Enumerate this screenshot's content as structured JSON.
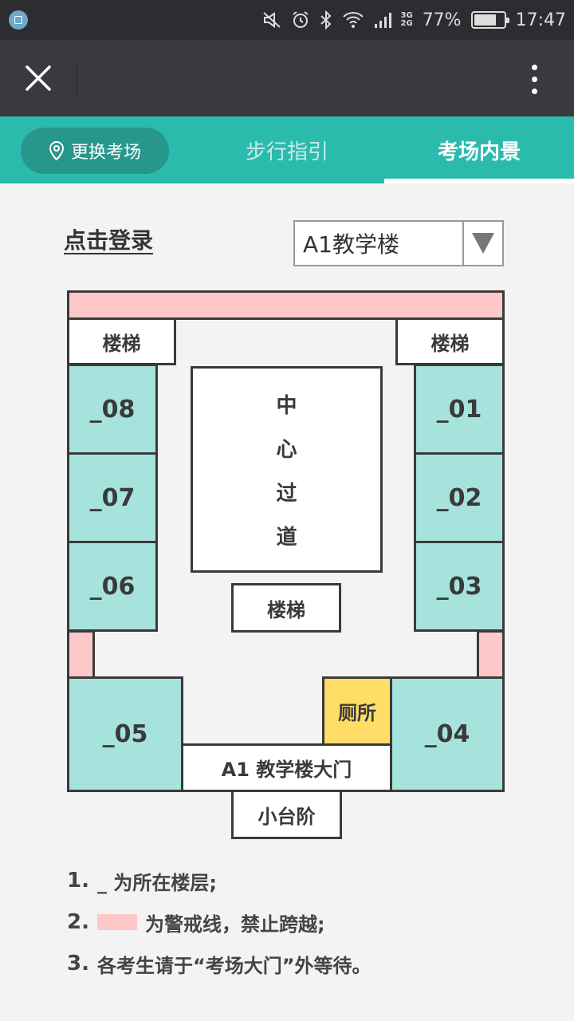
{
  "status_bar": {
    "battery_percent": "77%",
    "battery_level": 0.77,
    "time": "17:47",
    "net_3g": "3G",
    "net_2g": "2G",
    "icons": [
      "app-notification-icon",
      "mute-icon",
      "alarm-icon",
      "bluetooth-icon",
      "wifi-icon",
      "signal-icon",
      "battery-icon"
    ]
  },
  "titlebar": {
    "icons": [
      "close-icon",
      "more-icon"
    ]
  },
  "tabs": {
    "change_venue": "更换考场",
    "walk_guide": "步行指引",
    "venue_inside": "考场内景",
    "active": "venue_inside",
    "accent_color": "#2bbbad"
  },
  "login_link": "点击登录",
  "building_select": {
    "value": "A1教学楼"
  },
  "floor_plan": {
    "stairs_left": "楼梯",
    "stairs_right": "楼梯",
    "stairs_center": "楼梯",
    "center_hall": [
      "中",
      "心",
      "过",
      "道"
    ],
    "rooms": {
      "r01": "_01",
      "r02": "_02",
      "r03": "_03",
      "r04": "_04",
      "r05": "_05",
      "r06": "_06",
      "r07": "_07",
      "r08": "_08"
    },
    "toilet": "厕所",
    "main_gate": "A1 教学楼大门",
    "small_steps": "小台阶",
    "colors": {
      "room": "#a6e3dc",
      "warning_line": "#ffc8c8",
      "toilet": "#ffdd66"
    }
  },
  "notes": [
    {
      "num": "1.",
      "text": "_ 为所在楼层;"
    },
    {
      "num": "2.",
      "text": "为警戒线，禁止跨越;"
    },
    {
      "num": "3.",
      "text": "各考生请于“考场大门”外等待。"
    }
  ]
}
